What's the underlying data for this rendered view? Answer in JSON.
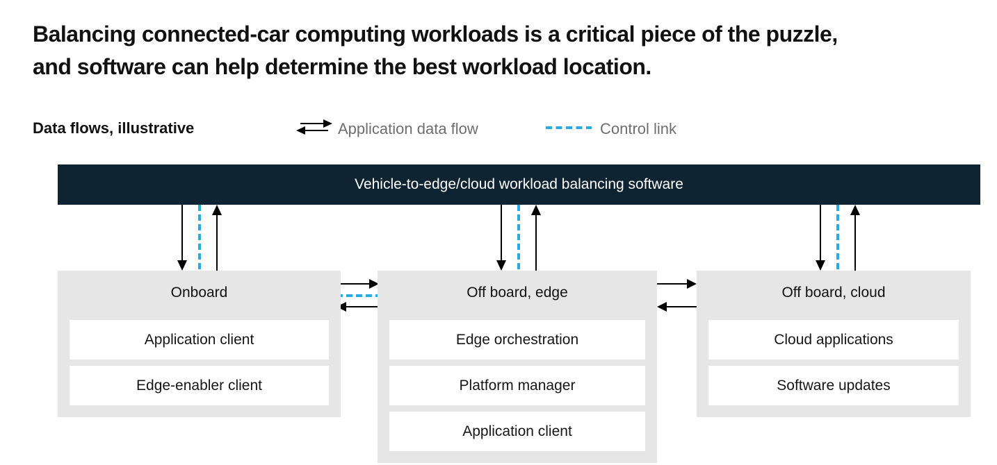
{
  "title": {
    "line1": "Balancing connected-car computing workloads is a critical piece of the puzzle,",
    "line2": "and software can help determine the best workload location."
  },
  "legend": {
    "heading": "Data flows, illustrative",
    "application_data_flow_label": "Application data flow",
    "control_link_label": "Control link"
  },
  "software_bar": {
    "label": "Vehicle-to-edge/cloud workload balancing software"
  },
  "zones": [
    {
      "title": "Onboard",
      "items": [
        "Application client",
        "Edge-enabler client"
      ]
    },
    {
      "title": "Off board, edge",
      "items": [
        "Edge orchestration",
        "Platform manager",
        "Application client"
      ]
    },
    {
      "title": "Off board, cloud",
      "items": [
        "Cloud applications",
        "Software updates"
      ]
    }
  ],
  "icons": {
    "application_data_flow": "double-arrow-icon",
    "control_link": "dashed-line-icon"
  },
  "colors": {
    "bar_navy": "#0e2433",
    "zone_gray": "#e6e6e6",
    "control_link_blue": "#29abe2",
    "arrow_black": "#000000",
    "legend_text_gray": "#6e6e6e",
    "title_text": "#111111"
  }
}
